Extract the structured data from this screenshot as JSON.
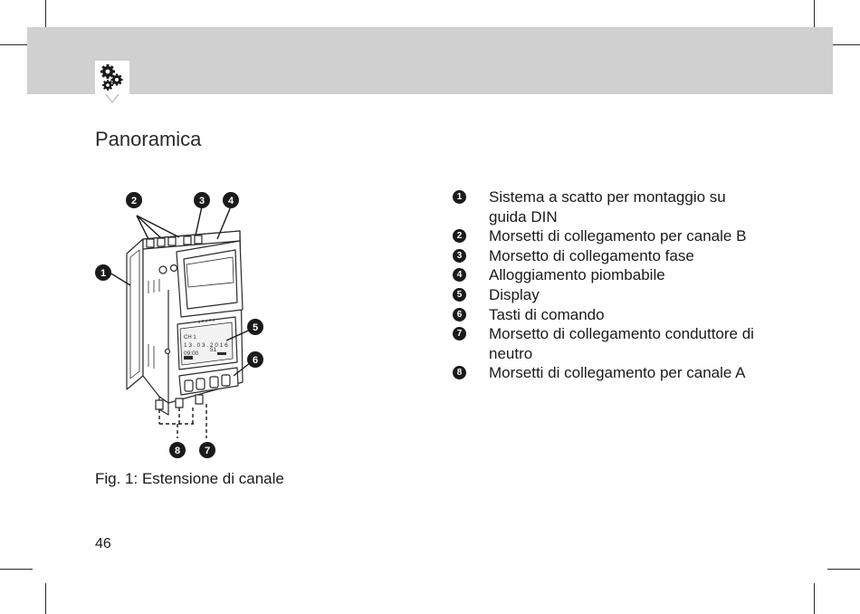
{
  "header": {
    "icon": "gears-icon",
    "band_color": "#d0d0d0"
  },
  "title": "Panoramica",
  "figure": {
    "callouts": [
      "1",
      "2",
      "3",
      "4",
      "5",
      "6",
      "7",
      "8"
    ],
    "display": {
      "channel": "CH 1",
      "date": "1 3 . 0 3 . 2 0 1 6",
      "time": "09:00",
      "value": "51"
    }
  },
  "caption": "Fig. 1: Estensione di canale",
  "legend": [
    {
      "num": "1",
      "text": "Sistema a scatto per montaggio su guida DIN"
    },
    {
      "num": "2",
      "text": "Morsetti di collegamento per canale B"
    },
    {
      "num": "3",
      "text": "Morsetto di collegamento fase"
    },
    {
      "num": "4",
      "text": "Alloggiamento piombabile"
    },
    {
      "num": "5",
      "text": "Display"
    },
    {
      "num": "6",
      "text": "Tasti di comando"
    },
    {
      "num": "7",
      "text": "Morsetto di collegamento conduttore di neutro"
    },
    {
      "num": "8",
      "text": "Morsetti di collegamento per canale A"
    }
  ],
  "page_number": "46"
}
